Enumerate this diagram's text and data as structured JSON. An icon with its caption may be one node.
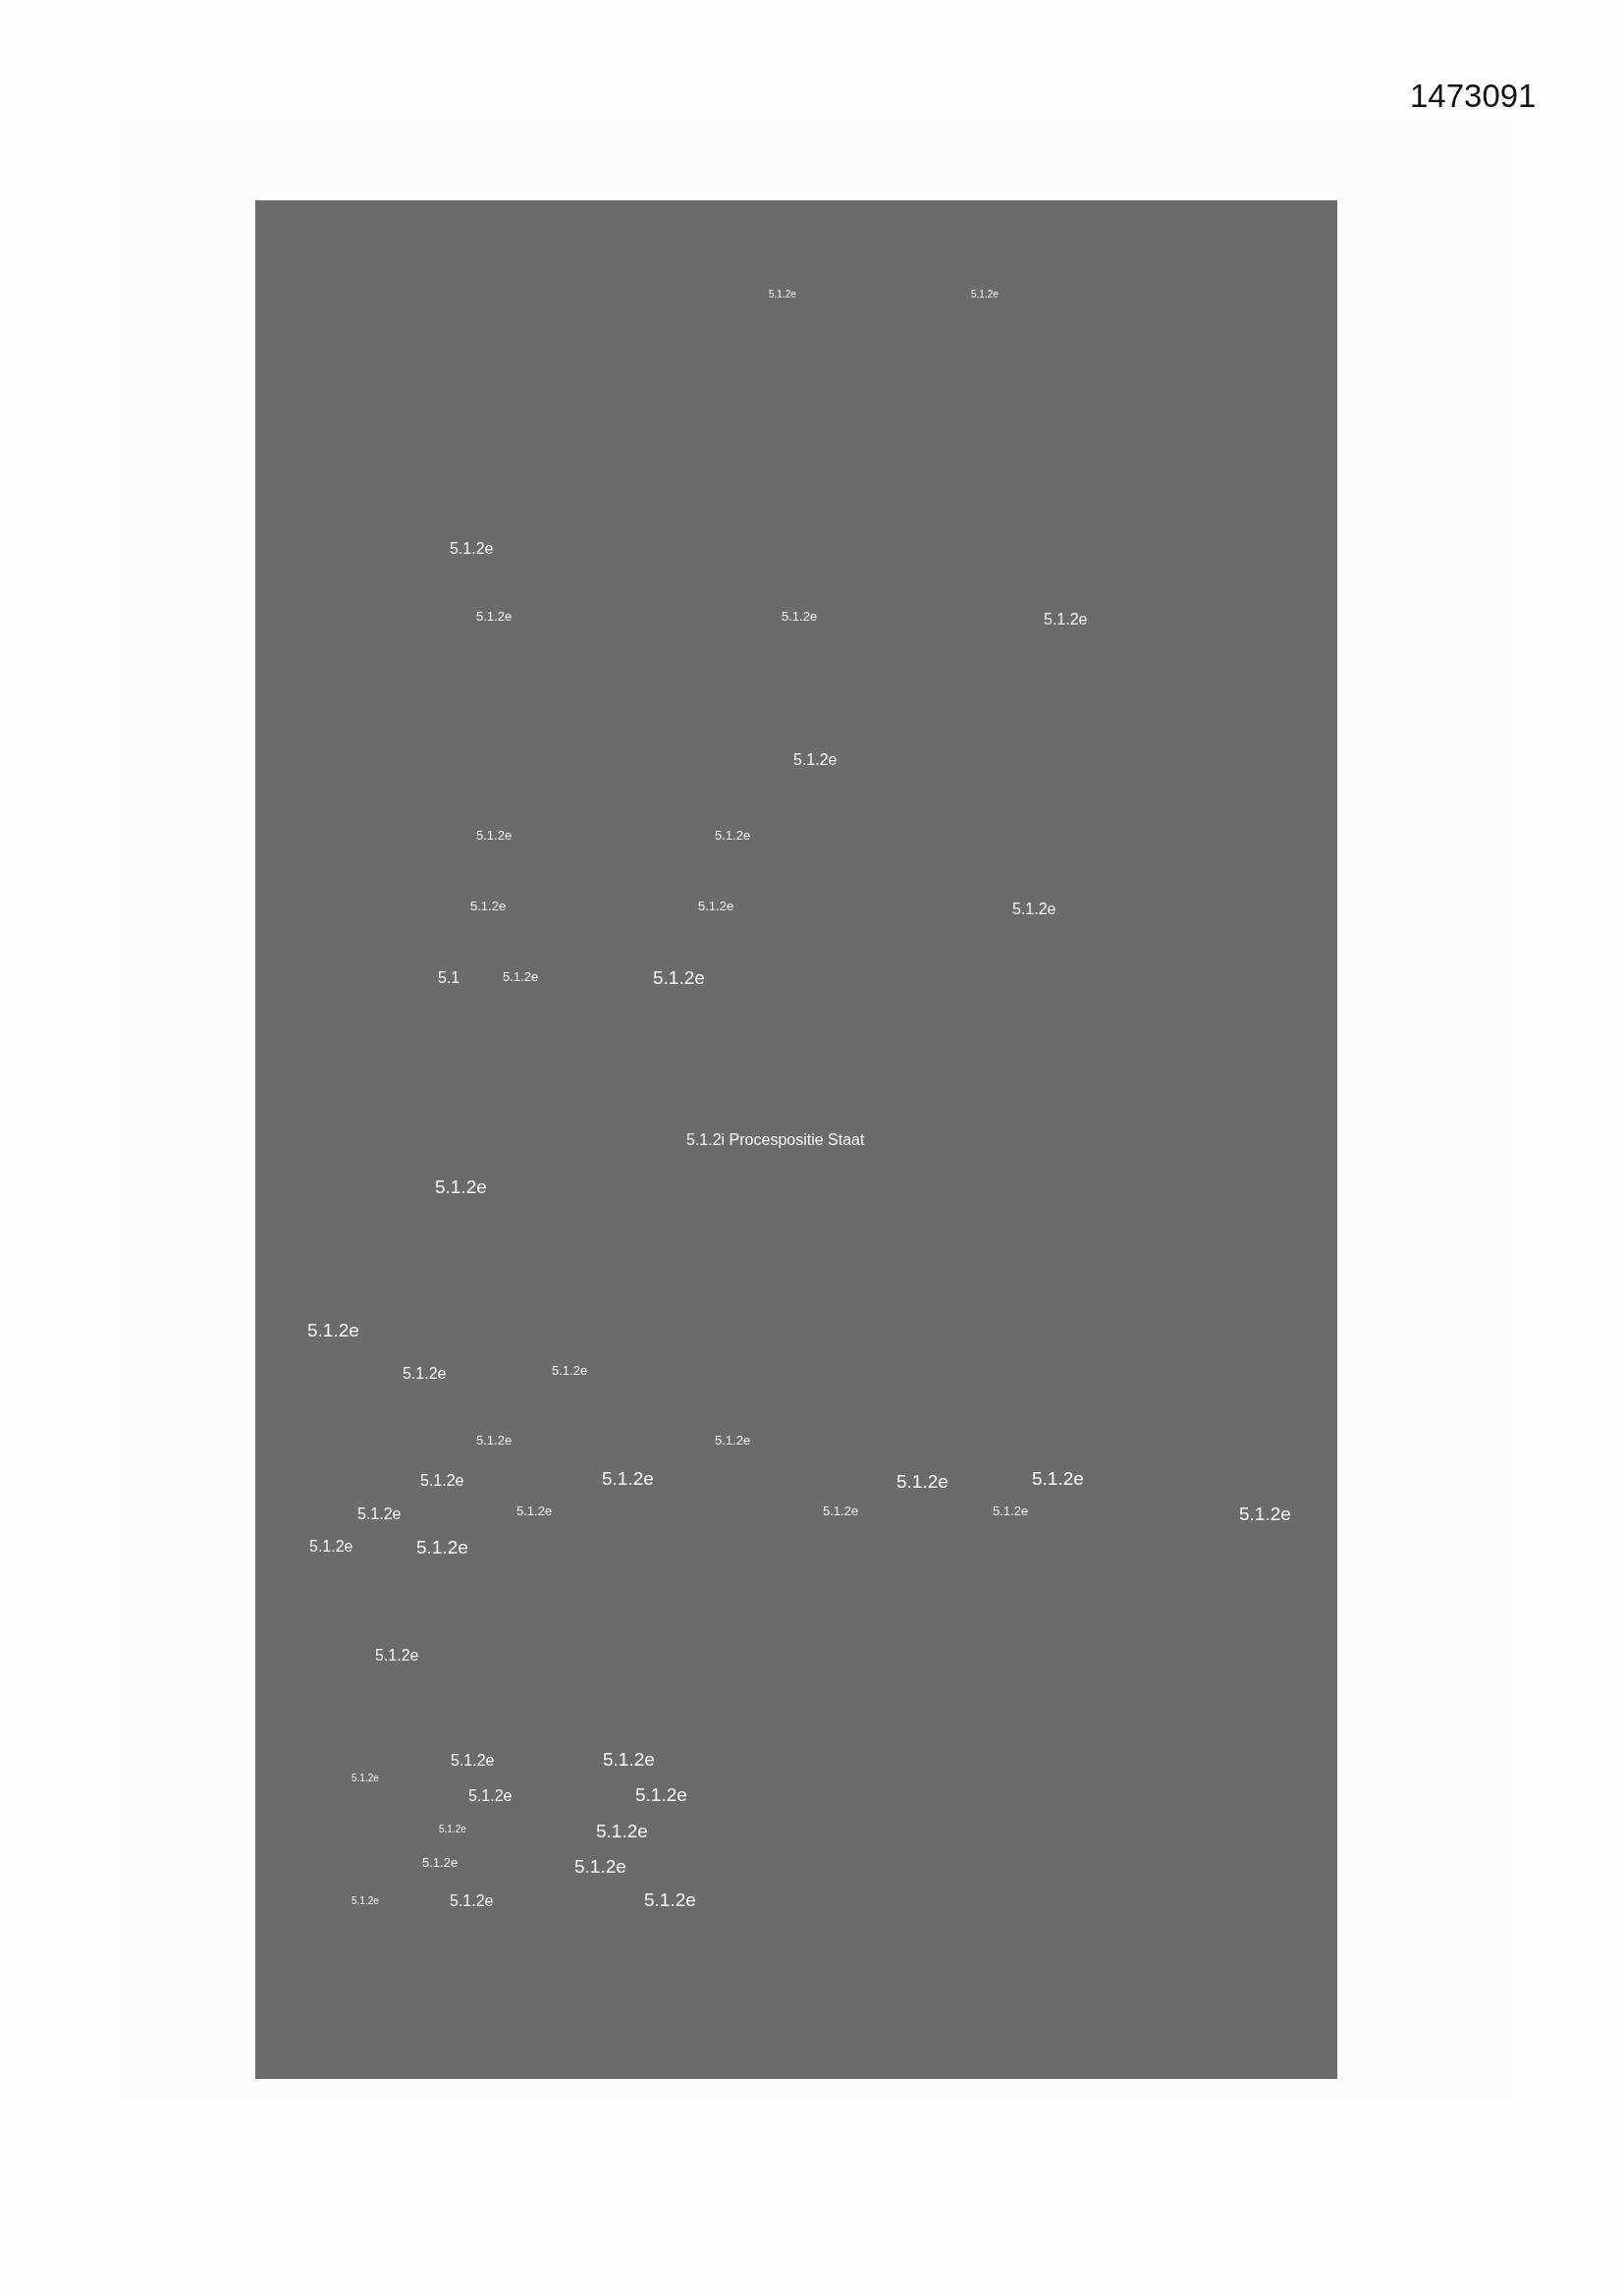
{
  "diagram": {
    "labels": [
      "1473091",
      "5.1.2e",
      "5.1.2e",
      "5.1.2e",
      "5.1.2e",
      "5.1.2e",
      "5.1.2e",
      "5.1.2e",
      "5.1.2e",
      "5.1.2e",
      "5.1.2e",
      "5.1.2e",
      "5.1.2e",
      "5.1",
      "5.1.2e",
      "5.1.2e",
      "5.1.2i Procespositie Staat",
      "5.1.2e",
      "5.1.2e",
      "5.1.2e",
      "5.1.2e",
      "5.1.2e",
      "5.1.2e",
      "5.1.2e",
      "5.1.2e",
      "5.1.2e",
      "5.1.2e",
      "5.1.2e",
      "5.1.2e",
      "5.1.2e",
      "5.1.2e",
      "5.1.2e",
      "5.1.2e",
      "5.1.2e",
      "5.1.2e",
      "5.1.2e",
      "5.1.2e",
      "5.1.2e",
      "5.1.2e",
      "5.1.2e",
      "5.1.2e",
      "5.1.2e",
      "5.1.2e",
      "5.1.2e",
      "5.1.2e",
      "5.1.2e",
      "5.1.2e"
    ]
  }
}
